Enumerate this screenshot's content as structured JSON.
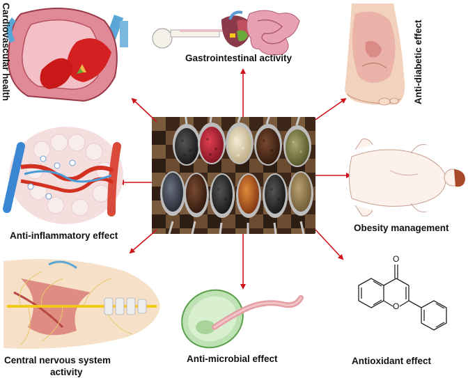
{
  "center": {
    "image": "spoons-of-spices-photo"
  },
  "labels": {
    "cardiovascular": "Cardiovascular health",
    "gastrointestinal": "Gastrointestinal activity",
    "antidiabetic": "Anti-diabetic effect",
    "antiinflammatory": "Anti-inflammatory effect",
    "obesity": "Obesity management",
    "cns_line1": "Central nervous system",
    "cns_line2": "activity",
    "antimicrobial": "Anti-microbial effect",
    "antioxidant": "Antioxidant effect"
  },
  "molecule": {
    "oxygen_top": "O",
    "oxygen_ring": "O"
  },
  "colors": {
    "arrow": "#d0121b",
    "wood_dark": "#3a2516",
    "wood_light": "#8a6a4a"
  },
  "icons": [
    "heart-icon",
    "digestive-system-icon",
    "diabetic-foot-icon",
    "blood-vessel-icon",
    "obese-body-icon",
    "nervous-system-icon",
    "microbe-cell-icon",
    "flavone-molecule-icon"
  ]
}
